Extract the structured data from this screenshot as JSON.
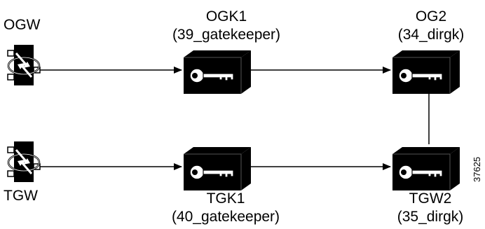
{
  "diagram": {
    "nodes": {
      "ogw": {
        "kind": "gateway",
        "label": "OGW"
      },
      "tgw": {
        "kind": "gateway",
        "label": "TGW"
      },
      "ogk1": {
        "kind": "gatekeeper",
        "label": "OGK1",
        "sublabel": "(39_gatekeeper)"
      },
      "og2": {
        "kind": "gatekeeper",
        "label": "OG2",
        "sublabel": "(34_dirgk)"
      },
      "tgk1": {
        "kind": "gatekeeper",
        "label": "TGK1",
        "sublabel": "(40_gatekeeper)"
      },
      "tgw2": {
        "kind": "gatekeeper",
        "label": "TGW2",
        "sublabel": "(35_dirgk)"
      }
    },
    "connections": [
      {
        "from": "ogw",
        "to": "ogk1",
        "type": "arrow"
      },
      {
        "from": "ogk1",
        "to": "og2",
        "type": "arrow"
      },
      {
        "from": "tgw",
        "to": "tgk1",
        "type": "arrow"
      },
      {
        "from": "tgk1",
        "to": "tgw2",
        "type": "arrow"
      },
      {
        "from": "og2",
        "to": "tgw2",
        "type": "line"
      }
    ],
    "figure_id": "37625",
    "colors": {
      "ink": "#000000",
      "paper": "#ffffff"
    }
  }
}
